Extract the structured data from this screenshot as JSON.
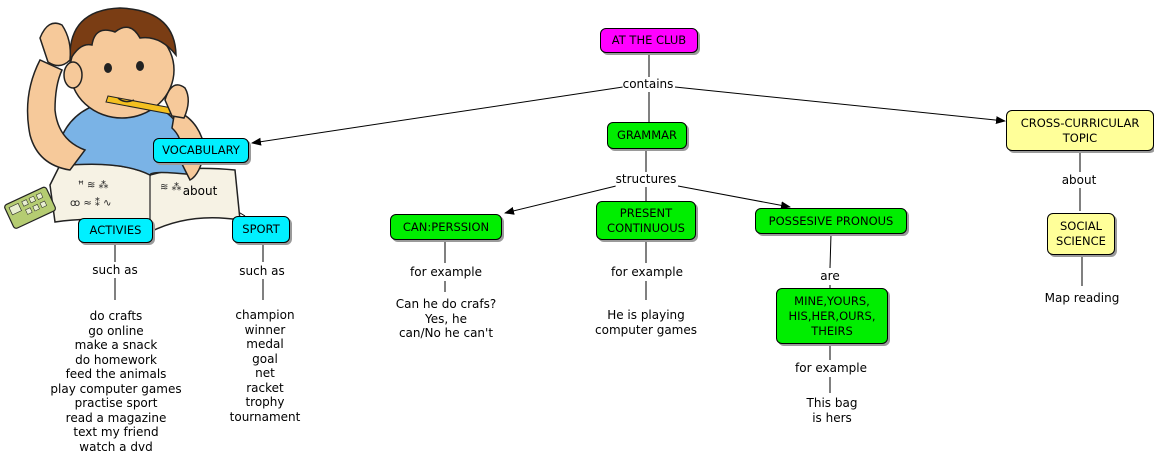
{
  "root": {
    "label": "AT THE CLUB",
    "color": "#ff00ff"
  },
  "root_link": "contains",
  "vocabulary": {
    "label": "VOCABULARY",
    "link": "about",
    "activities": {
      "label": "ACTIVIES",
      "link": "such as",
      "items": [
        "do crafts",
        "go online",
        "make a snack",
        "do homework",
        "feed the animals",
        "play computer games",
        "practise sport",
        "read a magazine",
        "text my friend",
        "watch a dvd"
      ]
    },
    "sport": {
      "label": "SPORT",
      "link": "such as",
      "items": [
        "champion",
        "winner",
        "medal",
        "goal",
        "net",
        "racket",
        "trophy",
        "tournament"
      ]
    }
  },
  "grammar": {
    "label": "GRAMMAR",
    "link": "structures",
    "can": {
      "label": "CAN:PERSSION",
      "link": "for example",
      "example": [
        "Can he do crafs?",
        "Yes, he",
        "can/No he can't"
      ]
    },
    "present": {
      "label": [
        "PRESENT",
        "CONTINUOUS"
      ],
      "link": "for example",
      "example": [
        "He is playing",
        "computer games"
      ]
    },
    "possessive": {
      "label": "POSSESIVE PRONOUS",
      "link": "are",
      "pronouns": {
        "label": [
          "MINE,YOURS,",
          "HIS,HER,OURS,",
          "THEIRS"
        ],
        "link": "for example",
        "example": [
          "This bag",
          "is hers"
        ]
      }
    }
  },
  "cross": {
    "label": [
      "CROSS-CURRICULAR",
      "TOPIC"
    ],
    "link": "about",
    "social": {
      "label": [
        "SOCIAL",
        "SCIENCE"
      ],
      "example": "Map reading"
    }
  },
  "colors": {
    "magenta": "#ff00ff",
    "cyan": "#00f0ff",
    "green": "#00ee00",
    "yellow": "#ffff99"
  }
}
